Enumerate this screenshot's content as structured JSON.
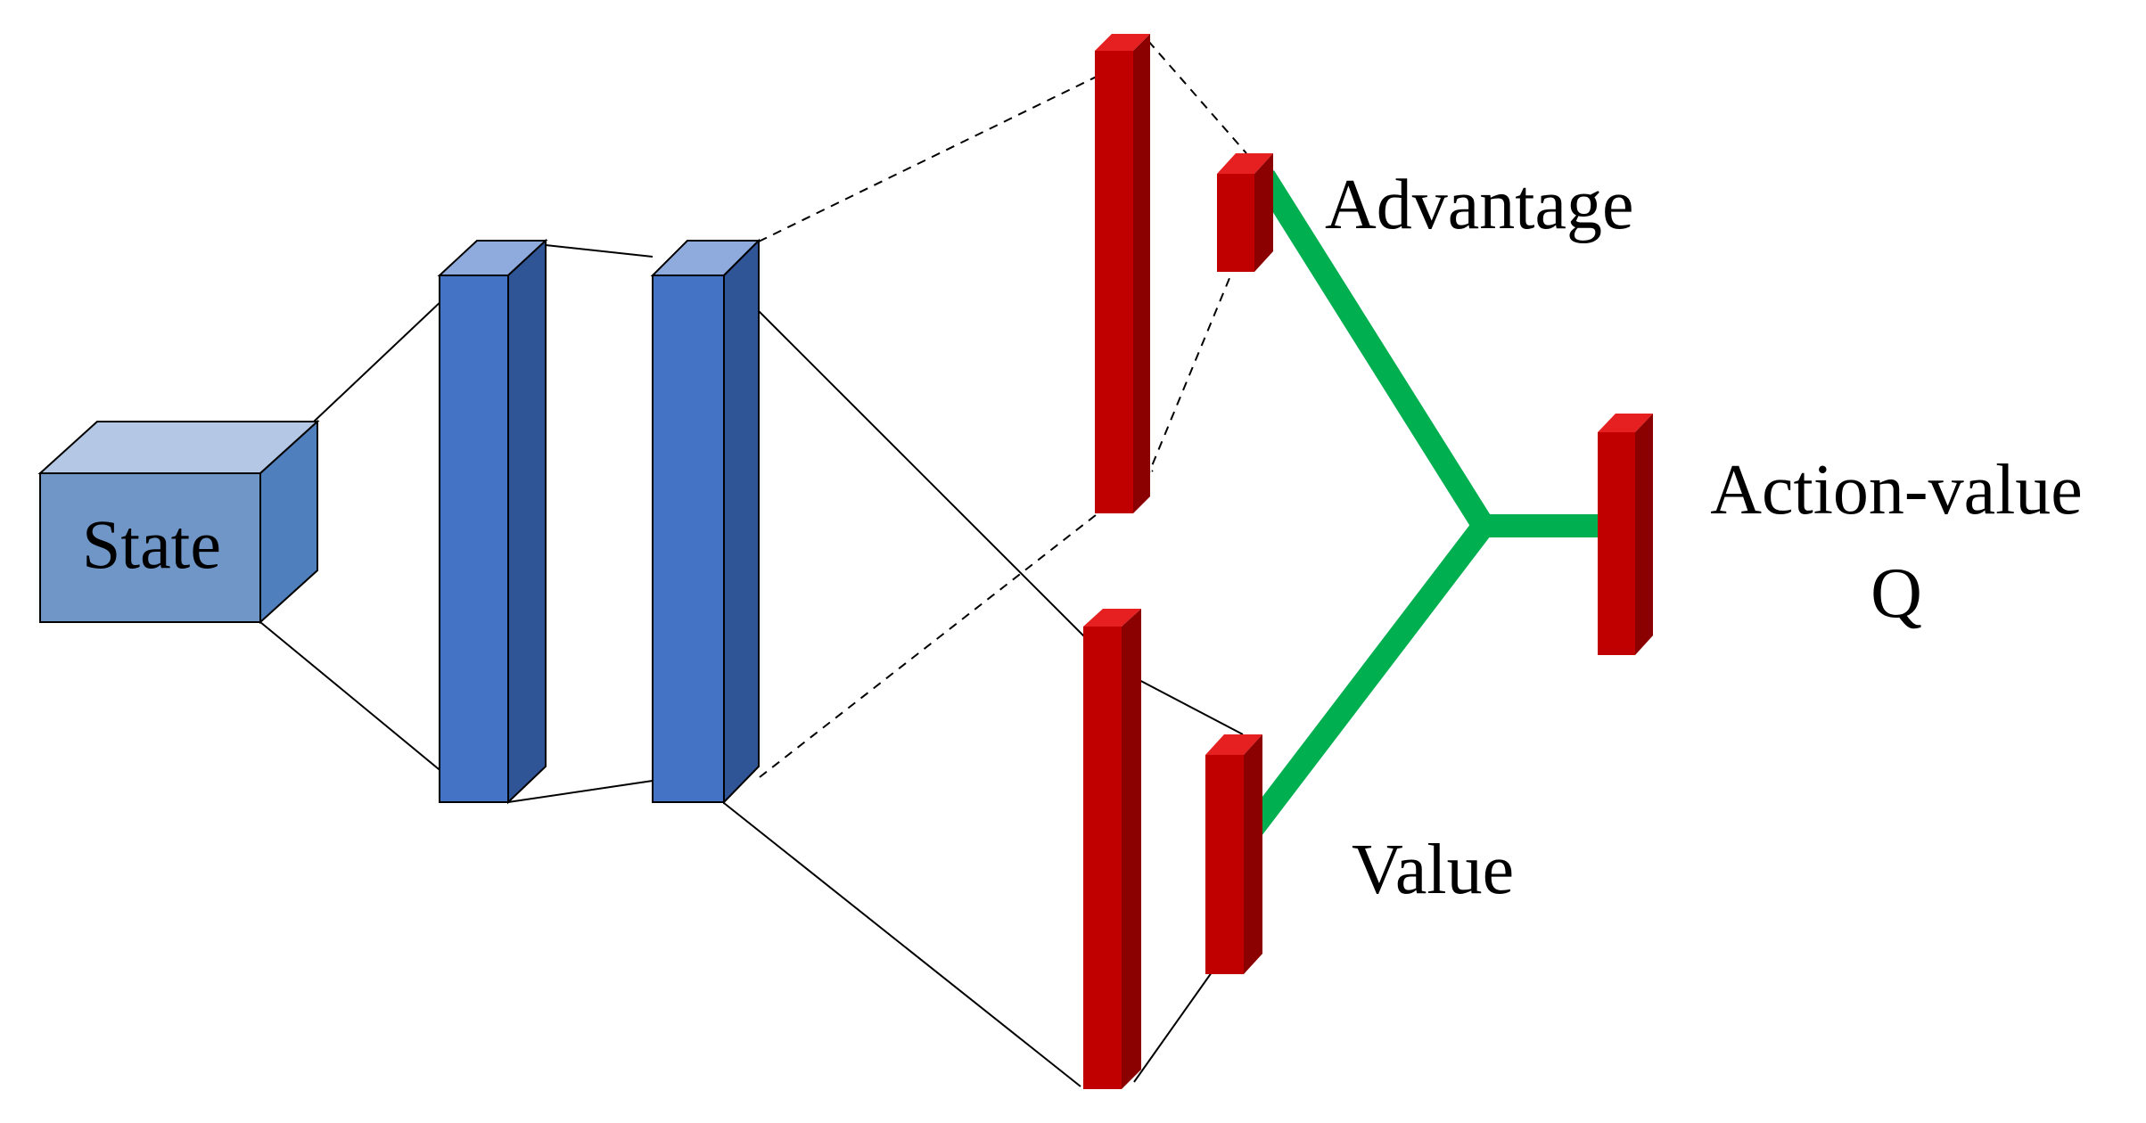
{
  "labels": {
    "state": "State",
    "advantage": "Advantage",
    "value": "Value",
    "action_value_line1": "Action-value",
    "action_value_line2": "Q"
  },
  "colors": {
    "background": "#ffffff",
    "state_front": "#6f96c6",
    "state_top": "#b4c7e4",
    "state_side": "#4f7fbc",
    "blue_front": "#4472c4",
    "blue_top": "#8faadc",
    "blue_side": "#2f5597",
    "red_front": "#c00000",
    "red_top": "#e62020",
    "red_side": "#8b0000",
    "green": "#00b050",
    "line": "#000000"
  }
}
